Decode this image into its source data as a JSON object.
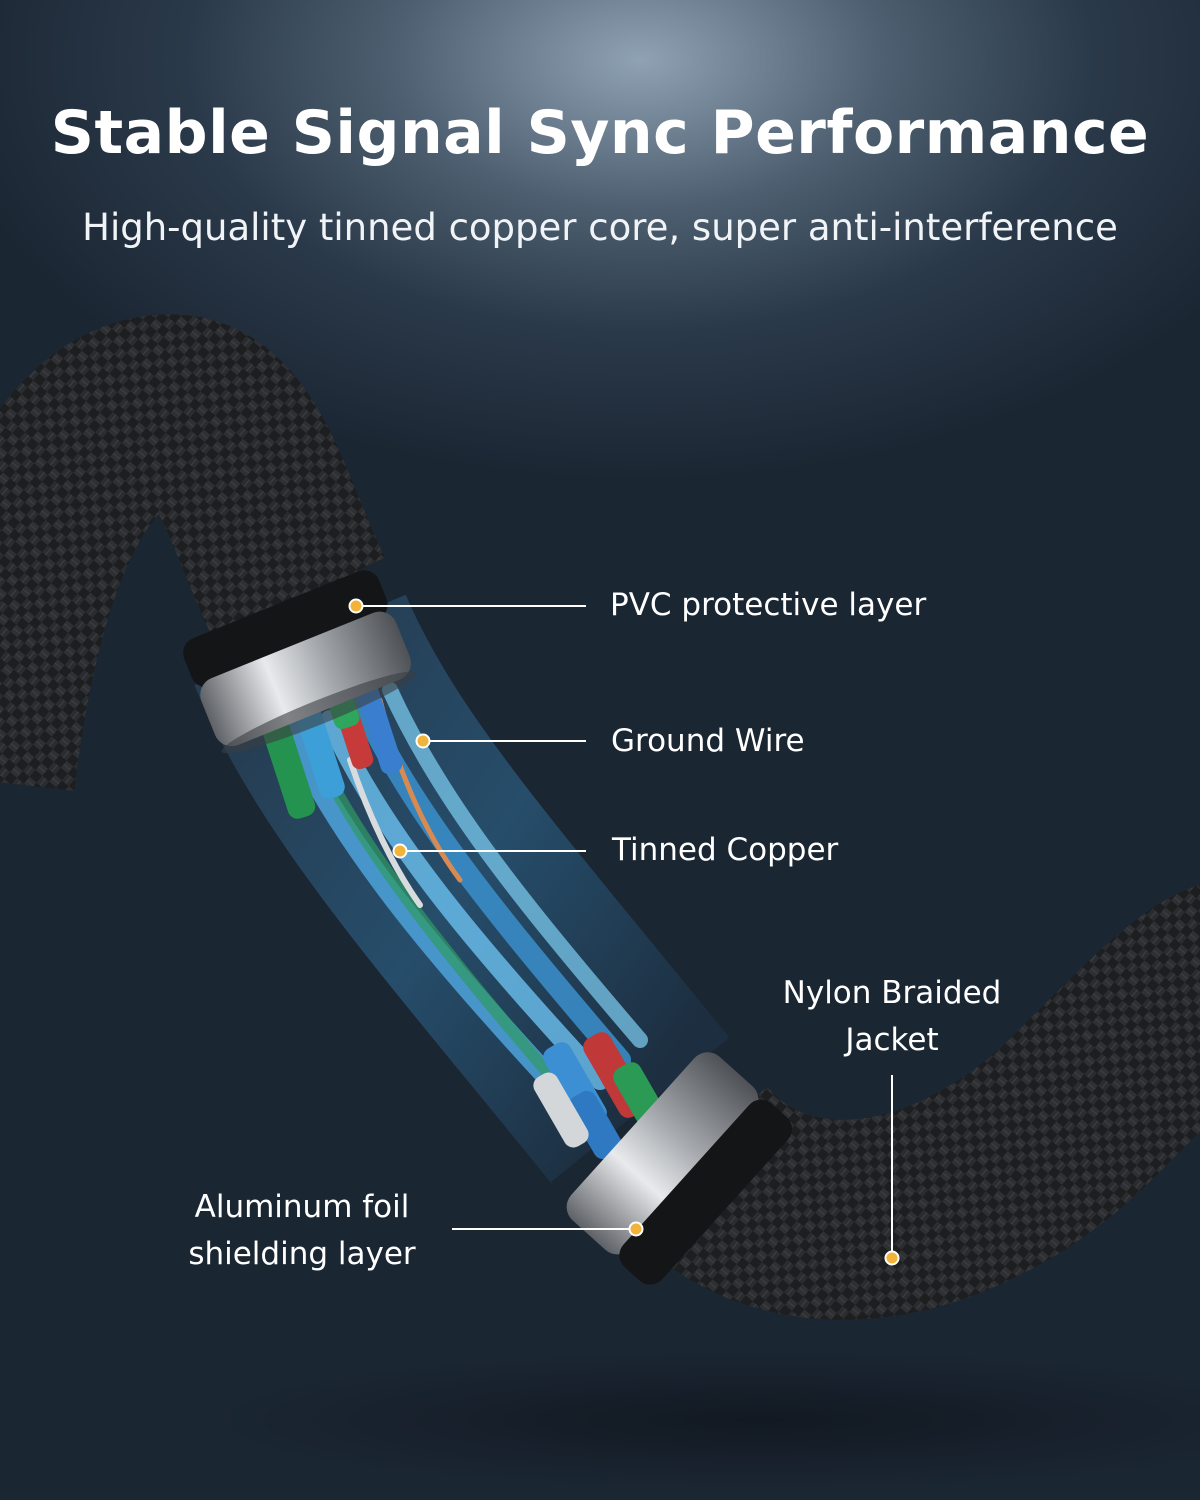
{
  "header": {
    "title": "Stable Signal Sync Performance",
    "subtitle": "High-quality tinned copper core, super anti-interference"
  },
  "callouts": {
    "pvc": "PVC protective layer",
    "ground": "Ground Wire",
    "copper": "Tinned Copper",
    "nylon_line1": "Nylon Braided",
    "nylon_line2": "Jacket",
    "foil_line1": "Aluminum foil",
    "foil_line2": "shielding layer"
  },
  "colors": {
    "callout_dot": "#f2b33a",
    "leader_line": "#ffffff",
    "braid": "#1f1f21",
    "ring": "#b9bcc0",
    "core_glow": "#5fb6ee"
  }
}
